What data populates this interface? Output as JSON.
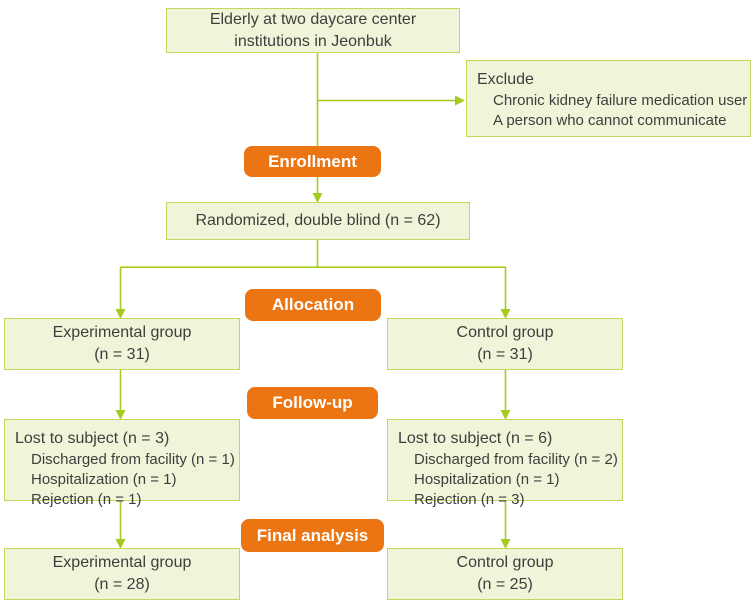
{
  "colors": {
    "box_fill": "#f0f4d8",
    "box_border": "#c5d65a",
    "line": "#a5cb1f",
    "badge_bg": "#ec7513",
    "badge_text": "#ffffff",
    "ink": "#3e3e3e"
  },
  "flow": {
    "population": {
      "line1": "Elderly at two daycare center",
      "line2": "institutions in Jeonbuk"
    },
    "exclude": {
      "title": "Exclude",
      "items": [
        "Chronic kidney failure medication user",
        "A person who cannot communicate"
      ]
    },
    "stages": {
      "enrollment": "Enrollment",
      "allocation": "Allocation",
      "follow_up": "Follow-up",
      "final_analysis": "Final analysis"
    },
    "randomized": "Randomized, double blind (n = 62)",
    "allocation": {
      "experimental": {
        "line1": "Experimental group",
        "line2": "(n = 31)"
      },
      "control": {
        "line1": "Control group",
        "line2": "(n = 31)"
      }
    },
    "follow_up": {
      "experimental": {
        "title": "Lost to subject (n = 3)",
        "items": [
          "Discharged from facility (n = 1)",
          "Hospitalization (n = 1)",
          "Rejection (n = 1)"
        ]
      },
      "control": {
        "title": "Lost to subject (n = 6)",
        "items": [
          "Discharged from facility (n = 2)",
          "Hospitalization (n = 1)",
          "Rejection (n = 3)"
        ]
      }
    },
    "final": {
      "experimental": {
        "line1": "Experimental group",
        "line2": "(n = 28)"
      },
      "control": {
        "line1": "Control group",
        "line2": "(n = 25)"
      }
    }
  }
}
